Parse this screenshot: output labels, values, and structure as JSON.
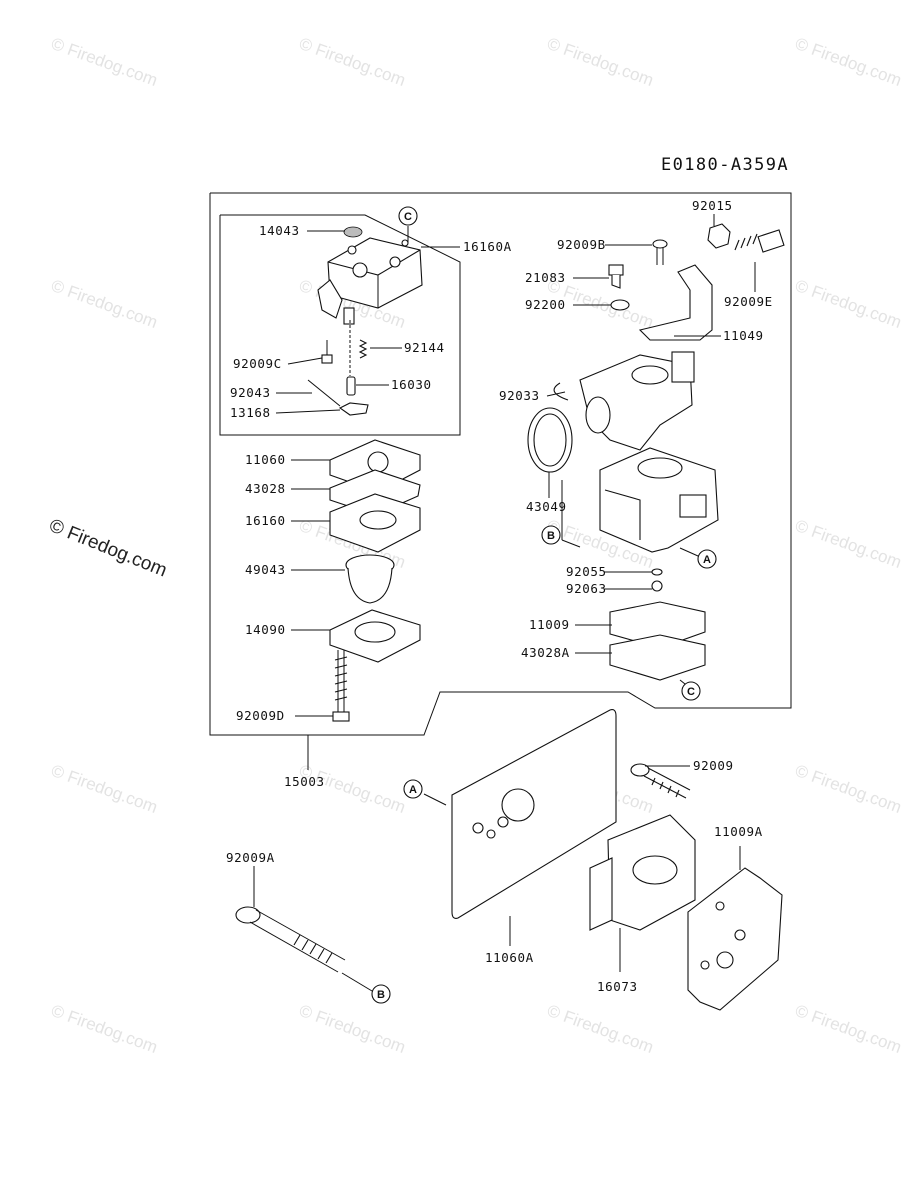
{
  "diagram_code": "E0180-A359A",
  "watermark_text": "© Firedog.com",
  "callouts": {
    "A": "A",
    "B": "B",
    "C": "C"
  },
  "parts": {
    "p14043": "14043",
    "p16160A": "16160A",
    "p92009C": "92009C",
    "p92144": "92144",
    "p92043": "92043",
    "p16030": "16030",
    "p13168": "13168",
    "p11060": "11060",
    "p43028": "43028",
    "p16160": "16160",
    "p49043": "49043",
    "p14090": "14090",
    "p92009D": "92009D",
    "p15003": "15003",
    "p92015": "92015",
    "p92009B": "92009B",
    "p21083": "21083",
    "p92200": "92200",
    "p92009E": "92009E",
    "p11049": "11049",
    "p92033": "92033",
    "p43049": "43049",
    "p92055": "92055",
    "p92063": "92063",
    "p11009": "11009",
    "p43028A": "43028A",
    "p92009": "92009",
    "p11009A": "11009A",
    "p92009A": "92009A",
    "p11060A": "11060A",
    "p16073": "16073"
  }
}
